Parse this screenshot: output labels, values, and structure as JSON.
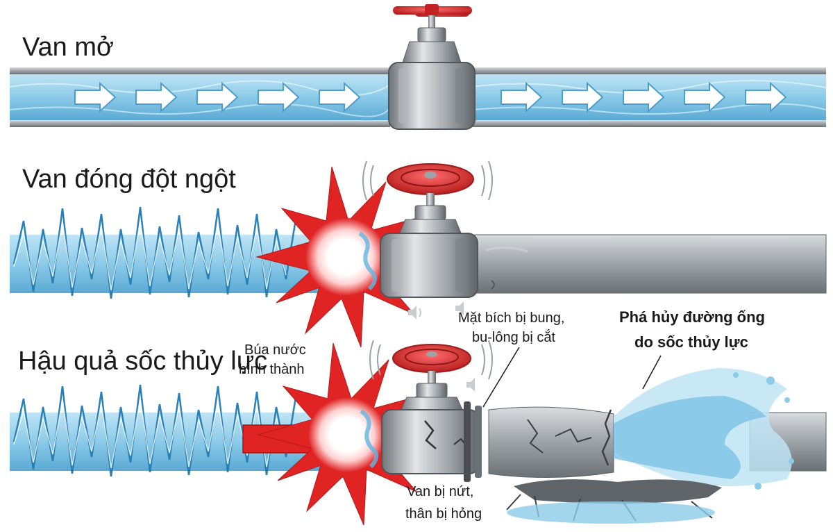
{
  "rows": [
    {
      "title": "Van mở"
    },
    {
      "title": "Van đóng đột ngột"
    },
    {
      "title": "Hậu quả sốc thủy lực"
    }
  ],
  "callouts": {
    "water_hammer": {
      "line1": "Búa nước",
      "line2": "hình thành"
    },
    "flange": {
      "line1": "Mặt bích bị bung,",
      "line2": "bu-lông bị cắt"
    },
    "valve_cracked": {
      "line1": "Van bị nứt,",
      "line2": "thân bị hỏng"
    },
    "pipe_destroyed": {
      "line1": "Phá hủy đường ống",
      "line2": "do sốc thủy lực"
    }
  },
  "colors": {
    "water": "#8ccbe8",
    "water_dark": "#3a8fbf",
    "pipe_steel": "#8a8f94",
    "handwheel_red": "#d42a2a",
    "burst_red": "#e02424"
  }
}
